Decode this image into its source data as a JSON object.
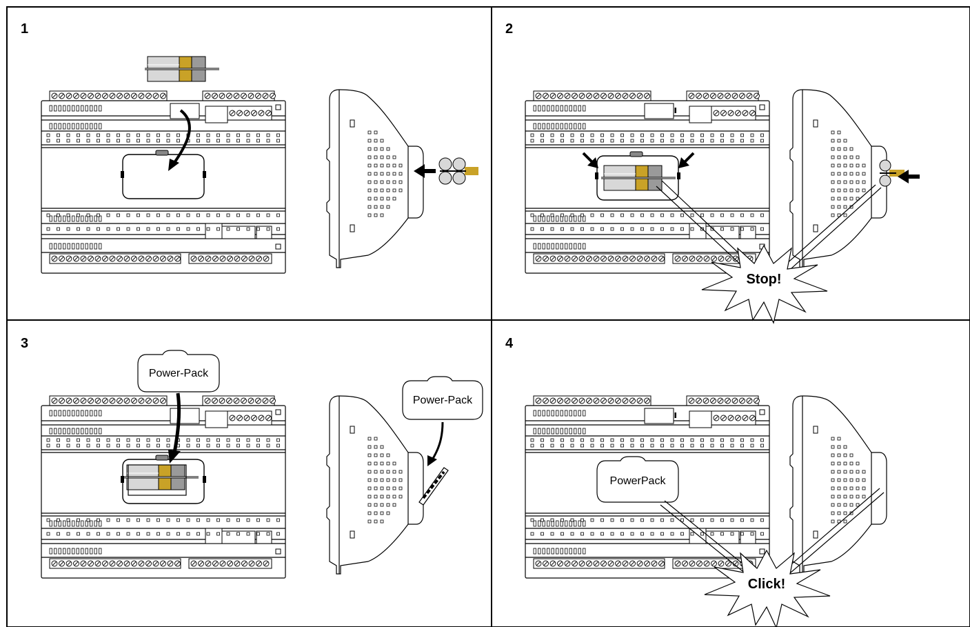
{
  "panels": [
    {
      "number": "1"
    },
    {
      "number": "2",
      "callout": "Stop!"
    },
    {
      "number": "3",
      "label_front": "Power-Pack",
      "label_side": "Power-Pack"
    },
    {
      "number": "4",
      "label_front": "PowerPack",
      "callout": "Click!"
    }
  ],
  "colors": {
    "frame": "#000000",
    "tape": "#c9a227",
    "cap_light": "#d8d8d8",
    "cap_dark": "#9a9a9a",
    "arrow": "#000000"
  }
}
